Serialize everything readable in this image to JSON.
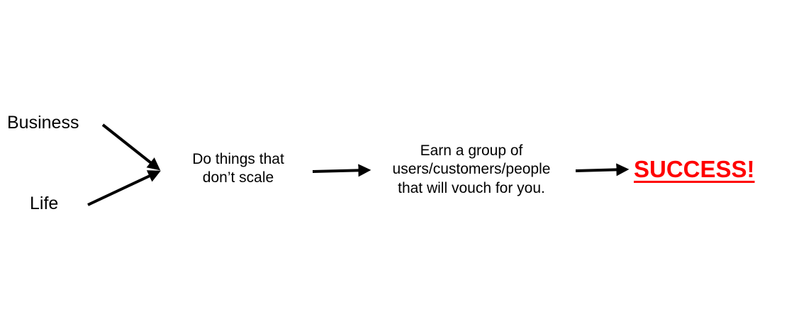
{
  "diagram": {
    "inputs": [
      {
        "id": "business",
        "label": "Business"
      },
      {
        "id": "life",
        "label": "Life"
      }
    ],
    "steps": [
      {
        "id": "dothings",
        "lines": [
          "Do things that",
          "don’t scale"
        ]
      },
      {
        "id": "earn",
        "lines": [
          "Earn a group of",
          "users/customers/people",
          "that will vouch for you."
        ]
      }
    ],
    "result": {
      "label": "SUCCESS!",
      "color": "#ff0000"
    },
    "edges": [
      {
        "from": "business",
        "to": "dothings"
      },
      {
        "from": "life",
        "to": "dothings"
      },
      {
        "from": "dothings",
        "to": "earn"
      },
      {
        "from": "earn",
        "to": "result"
      }
    ]
  }
}
